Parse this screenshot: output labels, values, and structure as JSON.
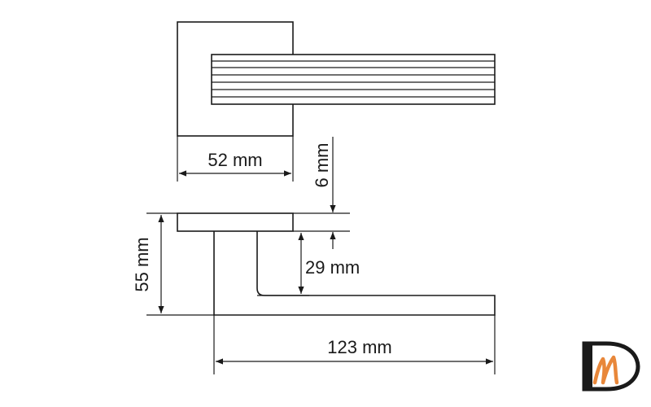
{
  "dimensions": {
    "rose_width": "52 mm",
    "rose_thickness": "6 mm",
    "height": "55 mm",
    "lever_clearance": "29 mm",
    "lever_length": "123 mm"
  },
  "logo": {
    "letters": "DM",
    "colors": {
      "outline": "#1a1a1a",
      "accent": "#e8873a"
    }
  }
}
